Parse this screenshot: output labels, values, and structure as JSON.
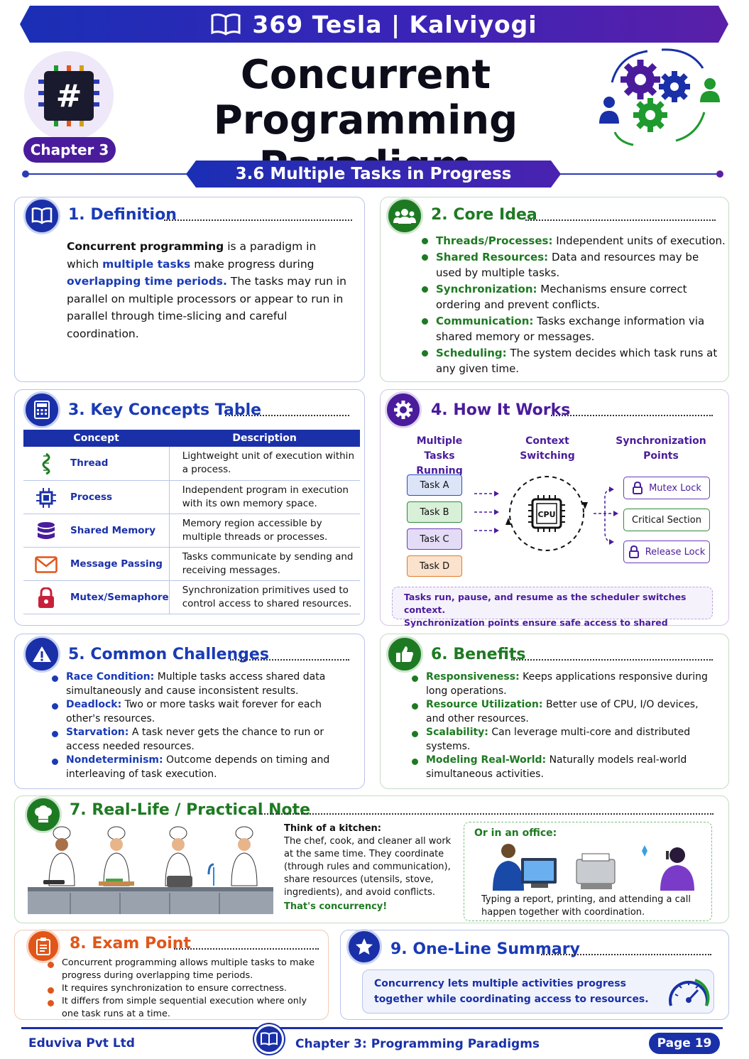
{
  "banner": {
    "title": "369 Tesla | Kalviyogi"
  },
  "header": {
    "chapter": "Chapter 3",
    "title_line1": "Concurrent",
    "title_line2": "Programming Paradigm",
    "subtitle": "3.6 Multiple Tasks in Progress"
  },
  "definition": {
    "title": "1. Definition",
    "parts": [
      "Concurrent programming",
      " is a paradigm in which ",
      "multiple tasks",
      " make progress during ",
      "overlapping time periods.",
      " The tasks may run in parallel on multiple processors or appear to run in parallel through time-slicing and careful coordination."
    ]
  },
  "core_idea": {
    "title": "2. Core Idea",
    "items": [
      {
        "term": "Threads/Processes:",
        "text": " Independent units of execution."
      },
      {
        "term": "Shared Resources:",
        "text": " Data and resources may be used by multiple tasks."
      },
      {
        "term": "Synchronization:",
        "text": " Mechanisms ensure correct ordering and prevent conflicts."
      },
      {
        "term": "Communication:",
        "text": " Tasks exchange information via shared memory or messages."
      },
      {
        "term": "Scheduling:",
        "text": " The system decides which task runs at any given time."
      }
    ]
  },
  "key_concepts": {
    "title": "3. Key Concepts Table",
    "headers": [
      "Concept",
      "Description"
    ],
    "rows": [
      {
        "concept": "Thread",
        "description": "Lightweight unit of execution within a process.",
        "icon": "thread-icon"
      },
      {
        "concept": "Process",
        "description": "Independent program in execution with its own memory space.",
        "icon": "chip-icon"
      },
      {
        "concept": "Shared Memory",
        "description": "Memory region accessible by multiple threads or processes.",
        "icon": "database-icon"
      },
      {
        "concept": "Message Passing",
        "description": "Tasks communicate by sending and receiving messages.",
        "icon": "envelope-icon"
      },
      {
        "concept": "Mutex/Semaphore",
        "description": "Synchronization primitives used to control access to shared resources.",
        "icon": "lock-icon"
      }
    ]
  },
  "how_it_works": {
    "title": "4. How It Works",
    "col1": "Multiple Tasks Running",
    "col2": "Context Switching",
    "col3": "Synchronization Points",
    "tasks": [
      "Task A",
      "Task B",
      "Task C",
      "Task D"
    ],
    "cpu": "CPU",
    "sync": [
      "Mutex Lock",
      "Critical Section",
      "Release Lock"
    ],
    "note_line1": "Tasks run, pause, and resume as the scheduler switches context.",
    "note_line2": "Synchronization points ensure safe access to shared resources."
  },
  "challenges": {
    "title": "5. Common Challenges",
    "items": [
      {
        "term": "Race Condition:",
        "text": " Multiple tasks access shared data simultaneously and cause inconsistent results."
      },
      {
        "term": "Deadlock:",
        "text": " Two or more tasks wait forever for each other's resources."
      },
      {
        "term": "Starvation:",
        "text": " A task never gets the chance to run or access needed resources."
      },
      {
        "term": "Nondeterminism:",
        "text": " Outcome depends on timing and interleaving of task execution."
      }
    ]
  },
  "benefits": {
    "title": "6. Benefits",
    "items": [
      {
        "term": "Responsiveness:",
        "text": " Keeps applications responsive during long operations."
      },
      {
        "term": "Resource Utilization:",
        "text": " Better use of CPU, I/O devices, and other resources."
      },
      {
        "term": "Scalability:",
        "text": " Can leverage multi-core and distributed systems."
      },
      {
        "term": "Modeling Real-World:",
        "text": " Naturally models real-world simultaneous activities."
      }
    ]
  },
  "real_life": {
    "title": "7. Real-Life / Practical Note",
    "kitchen_heading": "Think of a kitchen:",
    "kitchen_text": "The chef, cook, and cleaner all work at the same time. They coordinate (through rules and communication), share resources (utensils, stove, ingredients), and avoid conflicts.",
    "kitchen_punch": "That's concurrency!",
    "office_heading": "Or in an office:",
    "office_text": "Typing a report, printing, and attending a call happen together with coordination."
  },
  "exam_point": {
    "title": "8. Exam Point",
    "items": [
      "Concurrent programming allows multiple tasks to make progress during overlapping time periods.",
      "It requires synchronization to ensure correctness.",
      "It differs from simple sequential execution where only one task runs at a time."
    ]
  },
  "summary": {
    "title": "9. One-Line Summary",
    "text": "Concurrency lets multiple activities progress together while coordinating access to resources."
  },
  "footer": {
    "company": "Eduviva Pvt Ltd",
    "chapter": "Chapter 3: Programming Paradigms",
    "page": "Page 19"
  },
  "colors": {
    "primary": "#1a30a8",
    "green": "#1e7a22",
    "purple": "#4a1c9c",
    "orange": "#e0561a"
  }
}
